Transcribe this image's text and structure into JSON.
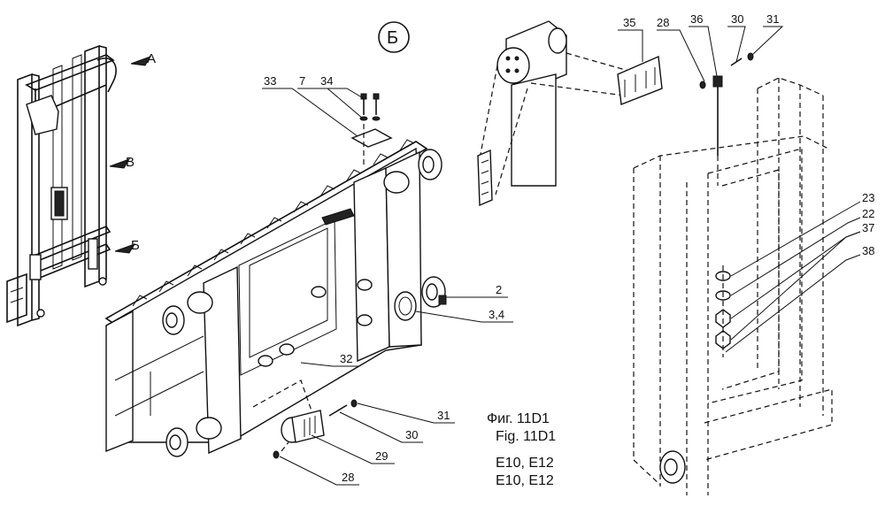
{
  "view_marker": "Б",
  "arrow_labels": {
    "a": "A",
    "v": "B",
    "b": "Б"
  },
  "callouts": {
    "c33": "33",
    "c7": "7",
    "c34": "34",
    "c35": "35",
    "c28_top": "28",
    "c36": "36",
    "c30_top": "30",
    "c31_top": "31",
    "c23": "23",
    "c22": "22",
    "c37": "37",
    "c38": "38",
    "c2": "2",
    "c3_4": "3,4",
    "c32": "32",
    "c31_bottom": "31",
    "c30_bottom": "30",
    "c29": "29",
    "c28_bottom": "28"
  },
  "caption": {
    "fig_ru": "Фиг. 11D1",
    "fig_en": "Fig. 11D1",
    "model_1": "E10, E12",
    "model_2": "E10, E12"
  }
}
